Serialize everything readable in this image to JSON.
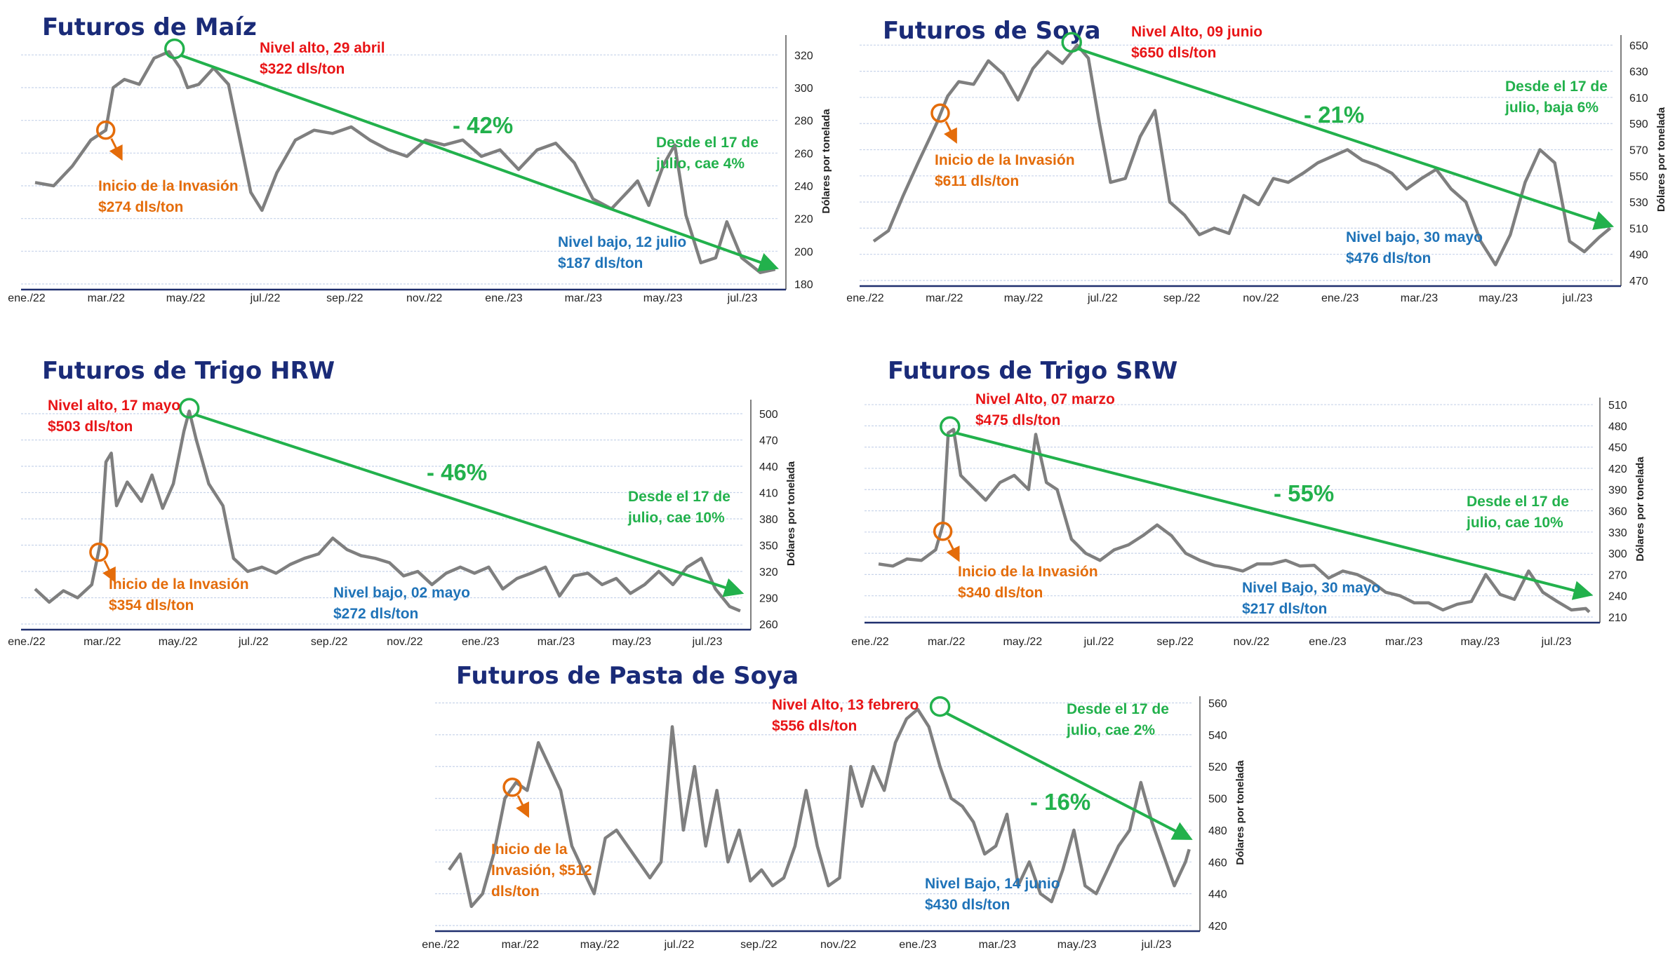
{
  "colors": {
    "title": "#1a2b78",
    "price_line": "#7f7f7f",
    "trend": "#22b14c",
    "high": "#e81416",
    "invasion": "#e46c0a",
    "low": "#1f73b8",
    "grid": "#c8d4ea",
    "baseline": "#1f2f6e"
  },
  "chart_data": [
    {
      "type": "line",
      "title": "Futuros de Maíz",
      "ylabel": "Dólares por tonelada",
      "yticks": [
        180,
        200,
        220,
        240,
        260,
        280,
        300,
        320
      ],
      "ylim": [
        180,
        330
      ],
      "xticks": [
        "ene./22",
        "mar./22",
        "may./22",
        "jul./22",
        "sep./22",
        "nov./22",
        "ene./23",
        "mar./23",
        "may./23",
        "jul./23"
      ],
      "x_range": [
        0,
        20
      ],
      "series": [
        {
          "x": [
            0,
            0.5,
            1,
            1.5,
            1.9,
            2.1,
            2.4,
            2.8,
            3.2,
            3.6,
            3.9,
            4.1,
            4.4,
            4.8,
            5.2,
            5.8,
            6.1,
            6.5,
            7,
            7.5,
            8,
            8.5,
            9,
            9.5,
            10,
            10.5,
            11,
            11.5,
            12,
            12.5,
            13,
            13.5,
            14,
            14.5,
            15,
            15.5,
            16,
            16.2,
            16.5,
            16.9,
            17.2,
            17.5,
            17.9,
            18.3,
            18.6,
            19,
            19.5,
            19.9
          ],
          "y": [
            242,
            240,
            252,
            268,
            274,
            300,
            305,
            302,
            318,
            322,
            312,
            300,
            302,
            312,
            302,
            236,
            225,
            248,
            268,
            274,
            272,
            276,
            268,
            262,
            258,
            268,
            265,
            268,
            258,
            262,
            250,
            262,
            266,
            254,
            232,
            226,
            238,
            243,
            228,
            253,
            265,
            222,
            193,
            196,
            218,
            196,
            187,
            189
          ]
        }
      ],
      "annotations": {
        "high": {
          "x": 3.75,
          "y": 322,
          "lines": [
            "Nivel alto, 29 abril",
            "$322 dls/ton"
          ]
        },
        "invasion": {
          "x": 1.9,
          "y": 274,
          "lines": [
            "Inicio de la Invasión",
            "$274 dls/ton"
          ]
        },
        "low": {
          "x": 19.5,
          "y": 187,
          "lines": [
            "Nivel bajo, 12 julio",
            "$187 dls/ton"
          ]
        },
        "since": {
          "lines": [
            "Desde el 17 de",
            "julio, cae 4%"
          ]
        },
        "change": "- 42%",
        "trend_end": {
          "x": 19.9,
          "y": 190
        }
      }
    },
    {
      "type": "line",
      "title": "Futuros de Soya",
      "ylabel": "Dólares por tonelada",
      "yticks": [
        470,
        490,
        510,
        530,
        550,
        570,
        590,
        610,
        630,
        650
      ],
      "ylim": [
        470,
        655
      ],
      "xticks": [
        "ene./22",
        "mar./22",
        "may./22",
        "jul./22",
        "sep./22",
        "nov./22",
        "ene./23",
        "mar./23",
        "may./23",
        "jul./23"
      ],
      "x_range": [
        0,
        20
      ],
      "series": [
        {
          "x": [
            0,
            0.4,
            0.8,
            1.2,
            1.7,
            2.0,
            2.3,
            2.7,
            3.1,
            3.5,
            3.9,
            4.3,
            4.7,
            5.1,
            5.5,
            5.8,
            6.1,
            6.4,
            6.8,
            7.2,
            7.6,
            8,
            8.4,
            8.8,
            9.2,
            9.6,
            10,
            10.4,
            10.8,
            11.2,
            11.6,
            12,
            12.4,
            12.8,
            13.2,
            13.6,
            14,
            14.4,
            14.8,
            15.2,
            15.6,
            16,
            16.4,
            16.8,
            17.2,
            17.6,
            18,
            18.4,
            18.8,
            19.2,
            19.6,
            19.9
          ],
          "y": [
            500,
            508,
            535,
            560,
            590,
            611,
            622,
            620,
            638,
            628,
            608,
            632,
            645,
            636,
            650,
            640,
            590,
            545,
            548,
            580,
            600,
            530,
            520,
            505,
            510,
            506,
            535,
            528,
            548,
            545,
            552,
            560,
            565,
            570,
            562,
            558,
            552,
            540,
            548,
            555,
            540,
            530,
            500,
            482,
            505,
            545,
            570,
            560,
            500,
            492,
            503,
            510
          ]
        }
      ],
      "annotations": {
        "high": {
          "x": 5.35,
          "y": 650,
          "lines": [
            "Nivel Alto, 09 junio",
            "$650 dls/ton"
          ]
        },
        "invasion": {
          "x": 1.8,
          "y": 598,
          "lines": [
            "Inicio de la Invasión",
            "$611 dls/ton"
          ]
        },
        "low": {
          "x": 16.9,
          "y": 476,
          "lines": [
            "Nivel bajo, 30 mayo",
            "$476 dls/ton"
          ]
        },
        "since": {
          "lines": [
            "Desde el 17 de",
            "julio, baja 6%"
          ]
        },
        "change": "- 21%",
        "trend_end": {
          "x": 19.9,
          "y": 512
        }
      }
    },
    {
      "type": "line",
      "title": "Futuros de Trigo HRW",
      "ylabel": "Dólares por tonelada",
      "yticks": [
        260,
        290,
        320,
        350,
        380,
        410,
        440,
        470,
        500
      ],
      "ylim": [
        260,
        512
      ],
      "xticks": [
        "ene./22",
        "mar./22",
        "may./22",
        "jul./22",
        "sep./22",
        "nov./22",
        "ene./23",
        "mar./23",
        "may./23",
        "jul./23"
      ],
      "x_range": [
        0,
        20
      ],
      "series": [
        {
          "x": [
            0,
            0.4,
            0.8,
            1.2,
            1.6,
            1.85,
            2.0,
            2.15,
            2.3,
            2.6,
            3.0,
            3.3,
            3.6,
            3.9,
            4.2,
            4.35,
            4.55,
            4.9,
            5.3,
            5.6,
            6.0,
            6.4,
            6.8,
            7.2,
            7.6,
            8.0,
            8.4,
            8.8,
            9.2,
            9.6,
            10.0,
            10.4,
            10.8,
            11.2,
            11.6,
            12.0,
            12.4,
            12.8,
            13.2,
            13.6,
            14,
            14.4,
            14.8,
            15.2,
            15.6,
            16,
            16.4,
            16.8,
            17.2,
            17.6,
            18,
            18.4,
            18.8,
            19.2,
            19.6,
            19.9
          ],
          "y": [
            300,
            285,
            298,
            290,
            305,
            354,
            445,
            455,
            395,
            422,
            400,
            430,
            392,
            420,
            480,
            503,
            470,
            420,
            395,
            335,
            320,
            325,
            318,
            328,
            335,
            340,
            358,
            345,
            338,
            335,
            330,
            315,
            320,
            305,
            318,
            325,
            318,
            325,
            300,
            312,
            318,
            325,
            292,
            315,
            318,
            305,
            312,
            295,
            305,
            320,
            305,
            325,
            335,
            300,
            280,
            275
          ]
        }
      ],
      "annotations": {
        "high": {
          "x": 4.35,
          "y": 503,
          "lines": [
            "Nivel alto, 17 mayo",
            "$503 dls/ton"
          ]
        },
        "invasion": {
          "x": 1.8,
          "y": 342,
          "lines": [
            "Inicio de la Invasión",
            "$354 dls/ton"
          ]
        },
        "low": {
          "x": 13.6,
          "y": 272,
          "lines": [
            "Nivel bajo, 02 mayo",
            "$272 dls/ton"
          ]
        },
        "since": {
          "lines": [
            "Desde el 17 de",
            "julio, cae 10%"
          ]
        },
        "change": "- 46%",
        "trend_end": {
          "x": 19.9,
          "y": 296
        }
      }
    },
    {
      "type": "line",
      "title": "Futuros de Trigo SRW",
      "ylabel": "Dólares por tonelada",
      "yticks": [
        210,
        240,
        270,
        300,
        330,
        360,
        390,
        420,
        450,
        480,
        510
      ],
      "ylim": [
        210,
        515
      ],
      "xticks": [
        "ene./22",
        "mar./22",
        "may./22",
        "jul./22",
        "sep./22",
        "nov./22",
        "ene./23",
        "mar./23",
        "may./23",
        "jul./23"
      ],
      "x_range": [
        0,
        20
      ],
      "series": [
        {
          "x": [
            0,
            0.4,
            0.8,
            1.2,
            1.6,
            1.8,
            1.95,
            2.1,
            2.3,
            2.6,
            3.0,
            3.4,
            3.8,
            4.2,
            4.4,
            4.7,
            5.0,
            5.4,
            5.8,
            6.2,
            6.6,
            7.0,
            7.4,
            7.8,
            8.2,
            8.6,
            9.0,
            9.4,
            9.8,
            10.2,
            10.6,
            11,
            11.4,
            11.8,
            12.2,
            12.6,
            13,
            13.4,
            13.8,
            14.2,
            14.6,
            15,
            15.4,
            15.8,
            16.2,
            16.6,
            17,
            17.4,
            17.8,
            18.2,
            18.6,
            19,
            19.4,
            19.8,
            19.9
          ],
          "y": [
            285,
            282,
            292,
            290,
            305,
            340,
            470,
            475,
            410,
            395,
            375,
            400,
            410,
            390,
            468,
            400,
            390,
            320,
            300,
            290,
            305,
            312,
            325,
            340,
            325,
            300,
            290,
            283,
            280,
            275,
            285,
            285,
            290,
            282,
            283,
            265,
            275,
            270,
            260,
            245,
            240,
            230,
            230,
            220,
            228,
            232,
            270,
            242,
            235,
            275,
            245,
            232,
            220,
            222,
            217
          ]
        }
      ],
      "annotations": {
        "high": {
          "x": 2.0,
          "y": 475,
          "lines": [
            "Nivel Alto, 07 marzo",
            "$475 dls/ton"
          ]
        },
        "invasion": {
          "x": 1.8,
          "y": 331,
          "lines": [
            "Inicio de la Invasión",
            "$340 dls/ton"
          ]
        },
        "low": {
          "x": 15.5,
          "y": 217,
          "lines": [
            "Nivel Bajo, 30 mayo",
            "$217 dls/ton"
          ]
        },
        "since": {
          "lines": [
            "Desde el 17 de",
            "julio, cae 10%"
          ]
        },
        "change": "- 55%",
        "trend_end": {
          "x": 19.9,
          "y": 242
        }
      }
    },
    {
      "type": "line",
      "title": "Futuros de Pasta de Soya",
      "ylabel": "Dólares por tonelada",
      "yticks": [
        420,
        440,
        460,
        480,
        500,
        520,
        540,
        560
      ],
      "ylim": [
        420,
        562
      ],
      "xticks": [
        "ene./22",
        "mar./22",
        "may./22",
        "jul./22",
        "sep./22",
        "nov./22",
        "ene./23",
        "mar./23",
        "may./23",
        "jul./23"
      ],
      "x_range": [
        0,
        20
      ],
      "series": [
        {
          "x": [
            0,
            0.3,
            0.6,
            0.9,
            1.2,
            1.5,
            1.8,
            2.1,
            2.4,
            2.7,
            3.0,
            3.3,
            3.6,
            3.9,
            4.2,
            4.5,
            4.8,
            5.1,
            5.4,
            5.7,
            6.0,
            6.3,
            6.6,
            6.9,
            7.2,
            7.5,
            7.8,
            8.1,
            8.4,
            8.7,
            9.0,
            9.3,
            9.6,
            9.9,
            10.2,
            10.5,
            10.8,
            11.1,
            11.4,
            11.7,
            12,
            12.3,
            12.6,
            12.9,
            13.2,
            13.5,
            13.8,
            14.1,
            14.4,
            14.7,
            15,
            15.3,
            15.6,
            15.9,
            16.2,
            16.5,
            16.8,
            17.1,
            17.4,
            17.7,
            18.0,
            18.3,
            18.6,
            18.9,
            19.2,
            19.5,
            19.8,
            19.9
          ],
          "y": [
            455,
            465,
            432,
            440,
            465,
            500,
            510,
            505,
            535,
            520,
            505,
            470,
            455,
            440,
            475,
            480,
            470,
            460,
            450,
            460,
            545,
            480,
            520,
            470,
            505,
            460,
            480,
            448,
            455,
            445,
            450,
            470,
            505,
            470,
            445,
            450,
            520,
            495,
            520,
            505,
            535,
            550,
            556,
            545,
            520,
            500,
            495,
            485,
            465,
            470,
            490,
            445,
            460,
            440,
            435,
            455,
            480,
            445,
            440,
            455,
            470,
            480,
            510,
            485,
            465,
            445,
            460,
            468
          ]
        }
      ],
      "annotations": {
        "high": {
          "x": 13.2,
          "y": 556,
          "lines": [
            "Nivel Alto, 13 febrero",
            "$556 dls/ton"
          ]
        },
        "invasion": {
          "x": 1.7,
          "y": 507,
          "lines": [
            "Inicio de la",
            "Invasión, $512",
            "dls/ton"
          ]
        },
        "low": {
          "x": 16.8,
          "y": 430,
          "lines": [
            "Nivel Bajo, 14 junio",
            "$430 dls/ton"
          ]
        },
        "since": {
          "lines": [
            "Desde el 17 de",
            "julio, cae 2%"
          ]
        },
        "change": "- 16%",
        "trend_end": {
          "x": 19.9,
          "y": 475
        }
      }
    }
  ]
}
